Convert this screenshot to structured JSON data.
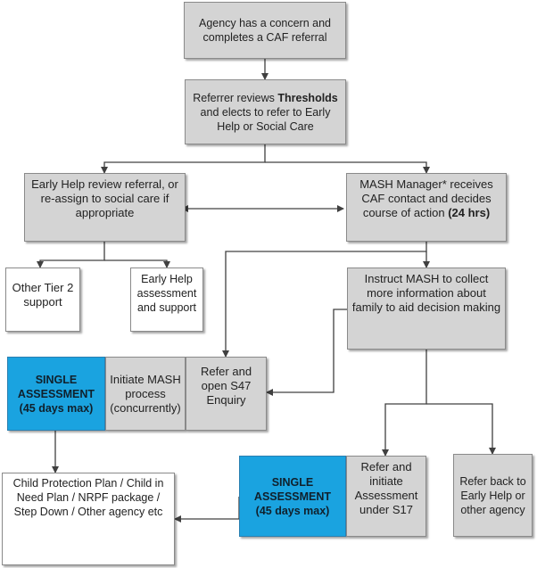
{
  "boxes": {
    "agency_concern": "Agency has a concern and completes a CAF referral",
    "referrer_reviews_pre": "Referrer reviews ",
    "referrer_reviews_bold": "Thresholds",
    "referrer_reviews_post": " and elects to refer to Early Help or Social Care",
    "early_help_review": "Early Help review referral, or re-assign to social care if appropriate",
    "mash_manager_pre": "MASH Manager* receives CAF contact and decides course of action ",
    "mash_manager_bold": "(24 hrs)",
    "other_tier2": "Other Tier 2 support",
    "early_help_assessment": "Early Help assessment and support",
    "instruct_mash": "Instruct MASH to collect more information about family to aid decision making",
    "single_assessment_1_line1": "SINGLE",
    "single_assessment_1_line2": "ASSESSMENT",
    "single_assessment_1_line3": "(45 days max)",
    "initiate_mash": "Initiate MASH process (concurrently)",
    "refer_s47": "Refer and open S47 Enquiry",
    "child_protection": "Child Protection Plan / Child in Need Plan / NRPF package / Step Down / Other agency etc",
    "single_assessment_2_line1": "SINGLE",
    "single_assessment_2_line2": "ASSESSMENT",
    "single_assessment_2_line3": "(45 days max)",
    "refer_s17": "Refer and initiate Assessment under S17",
    "refer_back": "Refer back to Early Help or other agency"
  },
  "colors": {
    "grey_box": "#d4d4d4",
    "blue_box": "#1aa3e0",
    "connector": "#404040"
  }
}
